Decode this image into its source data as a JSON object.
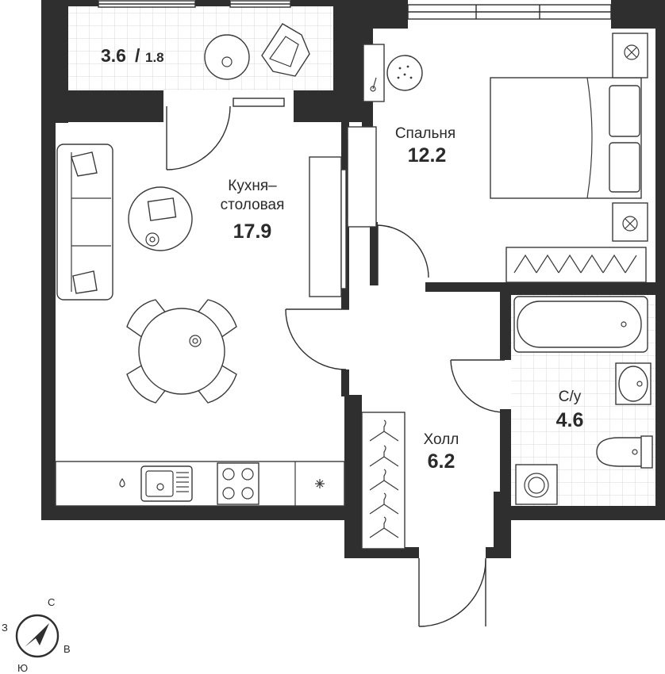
{
  "rooms": {
    "balcony": {
      "area": "3.6",
      "area_reduced": "1.8"
    },
    "kitchen": {
      "name_line1": "Кухня–",
      "name_line2": "столовая",
      "area": "17.9"
    },
    "bedroom": {
      "name": "Спальня",
      "area": "12.2"
    },
    "bathroom": {
      "name": "С/у",
      "area": "4.6"
    },
    "hall": {
      "name": "Холл",
      "area": "6.2"
    }
  },
  "compass": {
    "north": "С",
    "south": "Ю",
    "west": "З",
    "east": "В"
  },
  "colors": {
    "wall": "#2f2f2f",
    "tile_grid": "#d9d9d9",
    "line": "#3a3a3a",
    "text": "#2a2a2a"
  }
}
